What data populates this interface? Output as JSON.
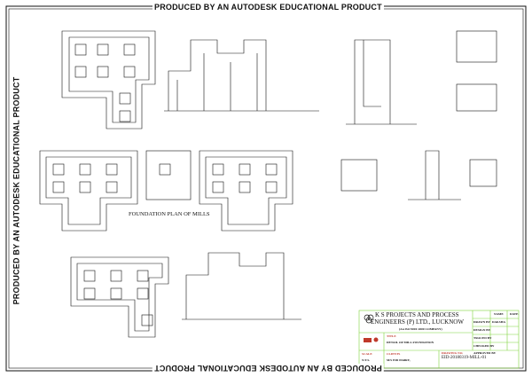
{
  "watermark": "PRODUCED BY AN AUTODESK EDUCATIONAL PRODUCT",
  "drawing": {
    "plan_label": "FOUNDATION PLAN OF MILLS"
  },
  "title_block": {
    "company_line1": "K S PROJECTS AND PROCESS",
    "company_line2": "ENGINEERS (P) LTD., LUCKNOW",
    "company_iso": "(An ISO 9001:2000 COMPANY)",
    "title_label": "TITLE",
    "title": "DETAIL OF MILL FOUNDATION",
    "scale_label": "SCALE",
    "scale": "N.T.S.",
    "client_label": "CLIENTS",
    "client": "M/S EID PARRY,",
    "drawing_no_label": "DRAWING NO.",
    "drawing_no": "EID-20180319-MILL-01",
    "name_header": "NAME",
    "date_header": "DATE",
    "roles": [
      "DRAWN BY",
      "DESIGN BY",
      "TRACED BY",
      "CHECKED BY",
      "APPROVED BY"
    ],
    "drawn_by_name": "DAKSHA"
  },
  "colors": {
    "lines": "#111111",
    "title_block_grid": "#7fd33a",
    "accent_text": "#c0392b"
  }
}
